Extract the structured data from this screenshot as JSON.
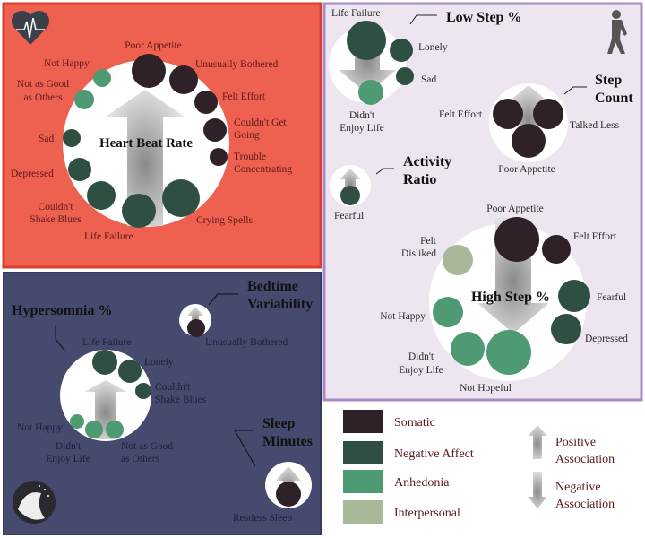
{
  "colors": {
    "somatic": "#2e2228",
    "negative_affect": "#2f4f42",
    "anhedonia": "#4e9a72",
    "interpersonal": "#a8b898",
    "heart_panel": "#ee6050",
    "step_panel": "#ede6f0",
    "sleep_panel": "#454a6e"
  },
  "heart": {
    "icon": "heart-rate-icon",
    "title": "Heart Beat Rate",
    "labels": {
      "poor_appetite": "Poor Appetite",
      "unusually_bothered": "Unusually Bothered",
      "felt_effort": "Felt Effort",
      "couldnt_get_going": [
        "Couldn't Get",
        "Going"
      ],
      "trouble_concentrating": [
        "Trouble",
        "Concentrating"
      ],
      "crying_spells": "Crying Spells",
      "life_failure": "Life Failure",
      "couldnt_shake_blues": [
        "Couldn't",
        "Shake Blues"
      ],
      "depressed": "Depressed",
      "sad": "Sad",
      "not_as_good": [
        "Not as Good",
        "as Others"
      ],
      "not_happy": "Not Happy"
    }
  },
  "steps": {
    "icon": "walking-person-icon",
    "low_step": {
      "title": "Low Step %",
      "labels": {
        "life_failure": "Life Failure",
        "lonely": "Lonely",
        "sad": "Sad",
        "didnt_enjoy": [
          "Didn't",
          "Enjoy Life"
        ]
      }
    },
    "step_count": {
      "title": [
        "Step",
        "Count"
      ],
      "labels": {
        "felt_effort": "Felt Effort",
        "talked_less": "Talked Less",
        "poor_appetite": "Poor Appetite"
      }
    },
    "activity_ratio": {
      "title": [
        "Activity",
        "Ratio"
      ],
      "labels": {
        "fearful": "Fearful"
      }
    },
    "high_step": {
      "title": "High Step %",
      "labels": {
        "poor_appetite": "Poor Appetite",
        "felt_effort": "Felt Effort",
        "felt_disliked": [
          "Felt",
          "Disliked"
        ],
        "fearful": "Fearful",
        "depressed": "Depressed",
        "not_happy": "Not Happy",
        "didnt_enjoy": [
          "Didn't",
          "Enjoy Life"
        ],
        "not_hopeful": "Not Hopeful"
      }
    }
  },
  "sleep": {
    "icon": "sleeping-person-icon",
    "hypersomnia": {
      "title": "Hypersomnia %",
      "labels": {
        "life_failure": "Life Failure",
        "lonely": "Lonely",
        "couldnt_shake": [
          "Couldn't",
          "Shake Blues"
        ],
        "not_happy": "Not Happy",
        "didnt_enjoy": [
          "Didn't",
          "Enjoy Life"
        ],
        "not_as_good": [
          "Not as Good",
          "as Others"
        ]
      }
    },
    "bedtime": {
      "title": [
        "Bedtime",
        "Variability"
      ],
      "labels": {
        "unusually_bothered": "Unusually Bothered"
      }
    },
    "sleep_minutes": {
      "title": [
        "Sleep",
        "Minutes"
      ],
      "labels": {
        "restless_sleep": "Restless Sleep"
      }
    }
  },
  "legend": {
    "somatic": "Somatic",
    "negative_affect": "Negative Affect",
    "anhedonia": "Anhedonia",
    "interpersonal": "Interpersonal",
    "positive": [
      "Positive",
      "Association"
    ],
    "negative": [
      "Negative",
      "Association"
    ]
  }
}
